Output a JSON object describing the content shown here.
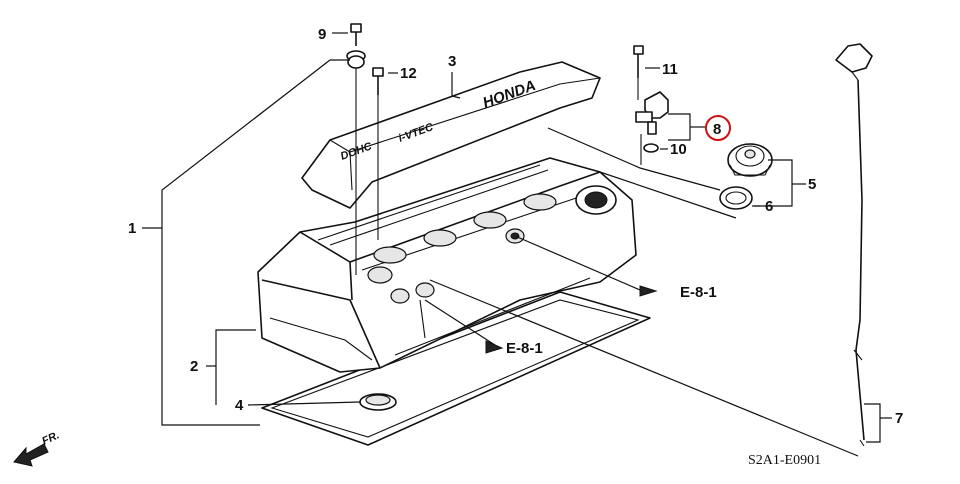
{
  "callouts": {
    "c1": "1",
    "c2": "2",
    "c3": "3",
    "c4": "4",
    "c5": "5",
    "c6": "6",
    "c7": "7",
    "c8": "8",
    "c9": "9",
    "c10": "10",
    "c11": "11",
    "c12": "12"
  },
  "highlight_color": "#cc1111",
  "references": {
    "ref_upper": "E-8-1",
    "ref_lower": "E-8-1"
  },
  "front_indicator": "FR.",
  "diagram_code": "S2A1-E0901",
  "cover_branding": {
    "word_left": "DOHC",
    "word_mid": "i-VTEC",
    "word_right": "HONDA"
  }
}
